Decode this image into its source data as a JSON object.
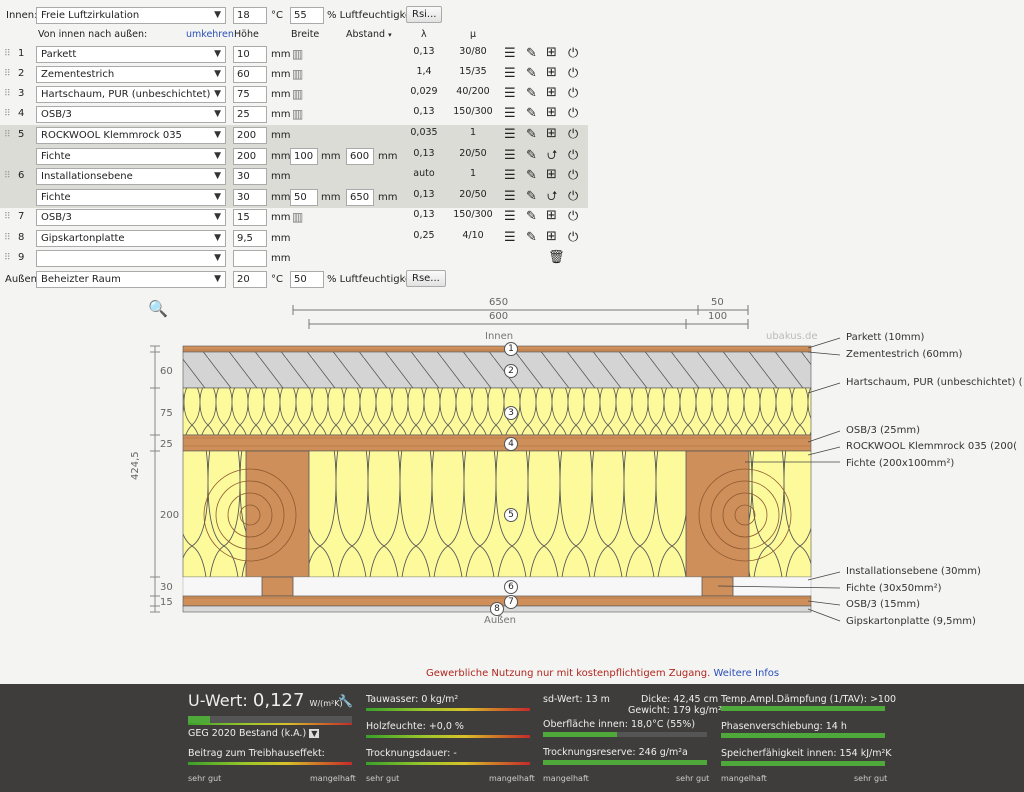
{
  "inside": {
    "label": "Innen:",
    "condition": "Freie Luftzirkulation",
    "temp": "18",
    "temp_unit": "°C",
    "humidity": "55",
    "humidity_unit": "% Luftfeuchtigkeit",
    "button": "Rsi..."
  },
  "header": {
    "order": "Von innen nach außen:",
    "reverse": "umkehren",
    "height": "Höhe",
    "width": "Breite",
    "spacing": "Abstand",
    "lambda": "λ",
    "mu": "μ"
  },
  "layers": [
    {
      "n": "1",
      "material": "Parkett",
      "h": "10",
      "unit": "mm",
      "lambda": "0,13",
      "mu": "30/80"
    },
    {
      "n": "2",
      "material": "Zementestrich",
      "h": "60",
      "unit": "mm",
      "lambda": "1,4",
      "mu": "15/35"
    },
    {
      "n": "3",
      "material": "Hartschaum, PUR (unbeschichtet)",
      "h": "75",
      "unit": "mm",
      "lambda": "0,029",
      "mu": "40/200"
    },
    {
      "n": "4",
      "material": "OSB/3",
      "h": "25",
      "unit": "mm",
      "lambda": "0,13",
      "mu": "150/300"
    },
    {
      "n": "5",
      "material": "ROCKWOOL Klemmrock 035",
      "h": "200",
      "unit": "mm",
      "lambda": "0,035",
      "mu": "1",
      "sub": {
        "material": "Fichte",
        "h": "200",
        "unit": "mm",
        "w": "100",
        "w_unit": "mm",
        "s": "600",
        "s_unit": "mm",
        "lambda": "0,13",
        "mu": "20/50"
      }
    },
    {
      "n": "6",
      "material": "Installationsebene",
      "h": "30",
      "unit": "mm",
      "lambda": "auto",
      "mu": "1",
      "sub": {
        "material": "Fichte",
        "h": "30",
        "unit": "mm",
        "w": "50",
        "w_unit": "mm",
        "s": "650",
        "s_unit": "mm",
        "lambda": "0,13",
        "mu": "20/50"
      }
    },
    {
      "n": "7",
      "material": "OSB/3",
      "h": "15",
      "unit": "mm",
      "lambda": "0,13",
      "mu": "150/300"
    },
    {
      "n": "8",
      "material": "Gipskartonplatte",
      "h": "9,5",
      "unit": "mm",
      "lambda": "0,25",
      "mu": "4/10"
    },
    {
      "n": "9",
      "material": "",
      "h": "",
      "unit": "mm",
      "lambda": "",
      "mu": ""
    }
  ],
  "outside": {
    "label": "Außen:",
    "condition": "Beheizter Raum",
    "temp": "20",
    "temp_unit": "°C",
    "humidity": "50",
    "humidity_unit": "% Luftfeuchtigkeit",
    "button": "Rse..."
  },
  "diagram": {
    "dim_top": [
      "650",
      "50"
    ],
    "dim_bottom": [
      "600",
      "100"
    ],
    "inside": "Innen",
    "outside": "Außen",
    "watermark": "ubakus.de",
    "total": "424,5",
    "vdims": [
      "60",
      "75",
      "25",
      "200",
      "30",
      "15"
    ],
    "circles": [
      "1",
      "2",
      "3",
      "4",
      "5",
      "6",
      "7",
      "8"
    ],
    "labels": [
      "Parkett (10mm)",
      "Zementestrich (60mm)",
      "Hartschaum, PUR (unbeschichtet) (",
      "OSB/3 (25mm)",
      "ROCKWOOL Klemmrock 035 (200(",
      "Fichte (200x100mm²)",
      "Installationsebene (30mm)",
      "Fichte (30x50mm²)",
      "OSB/3 (15mm)",
      "Gipskartonplatte (9,5mm)"
    ]
  },
  "notice": {
    "text": "Gewerbliche Nutzung nur mit kostenpflichtigem Zugang.",
    "link": "Weitere Infos"
  },
  "results": {
    "u_label": "U-Wert:",
    "u_value": "0,127",
    "u_unit": "W/(m²K)",
    "geg": "GEG 2020 Bestand (k.A.)",
    "greenhouse": "Beitrag zum Treibhauseffekt:",
    "good": "sehr gut",
    "bad": "mangelhaft",
    "tauwasser": "Tauwasser: 0 kg/m²",
    "holzfeuchte": "Holzfeuchte: +0,0 %",
    "trocknungsdauer": "Trocknungsdauer: -",
    "sd": "sd-Wert: 13 m",
    "dicke": "Dicke: 42,45 cm",
    "gewicht": "Gewicht: 179 kg/m²",
    "oberflaeche": "Oberfläche innen: 18,0°C (55%)",
    "trocknungsreserve": "Trocknungsreserve: 246 g/m²a",
    "tav": "Temp.Ampl.Dämpfung (1/TAV): >100",
    "phase": "Phasenverschiebung: 14 h",
    "speicher": "Speicherfähigkeit innen: 154 kJ/m²K"
  }
}
